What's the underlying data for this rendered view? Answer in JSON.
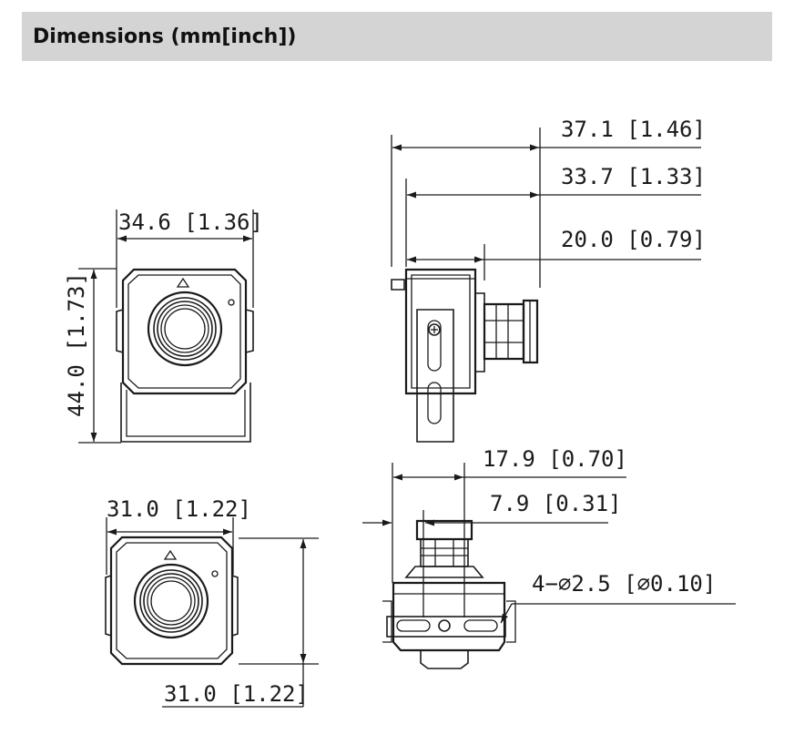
{
  "header": {
    "title": "Dimensions (mm[inch])"
  },
  "dimensions": {
    "front_width": "34.6 [1.36]",
    "front_height": "44.0 [1.73]",
    "side_total": "37.1 [1.46]",
    "side_body_lens": "33.7 [1.33]",
    "side_body": "20.0 [0.79]",
    "bottom_width": "31.0 [1.22]",
    "bottom_height": "31.0 [1.22]",
    "top_outer": "17.9 [0.70]",
    "top_inner": "7.9 [0.31]",
    "holes": "4−⌀2.5 [⌀0.10]"
  }
}
